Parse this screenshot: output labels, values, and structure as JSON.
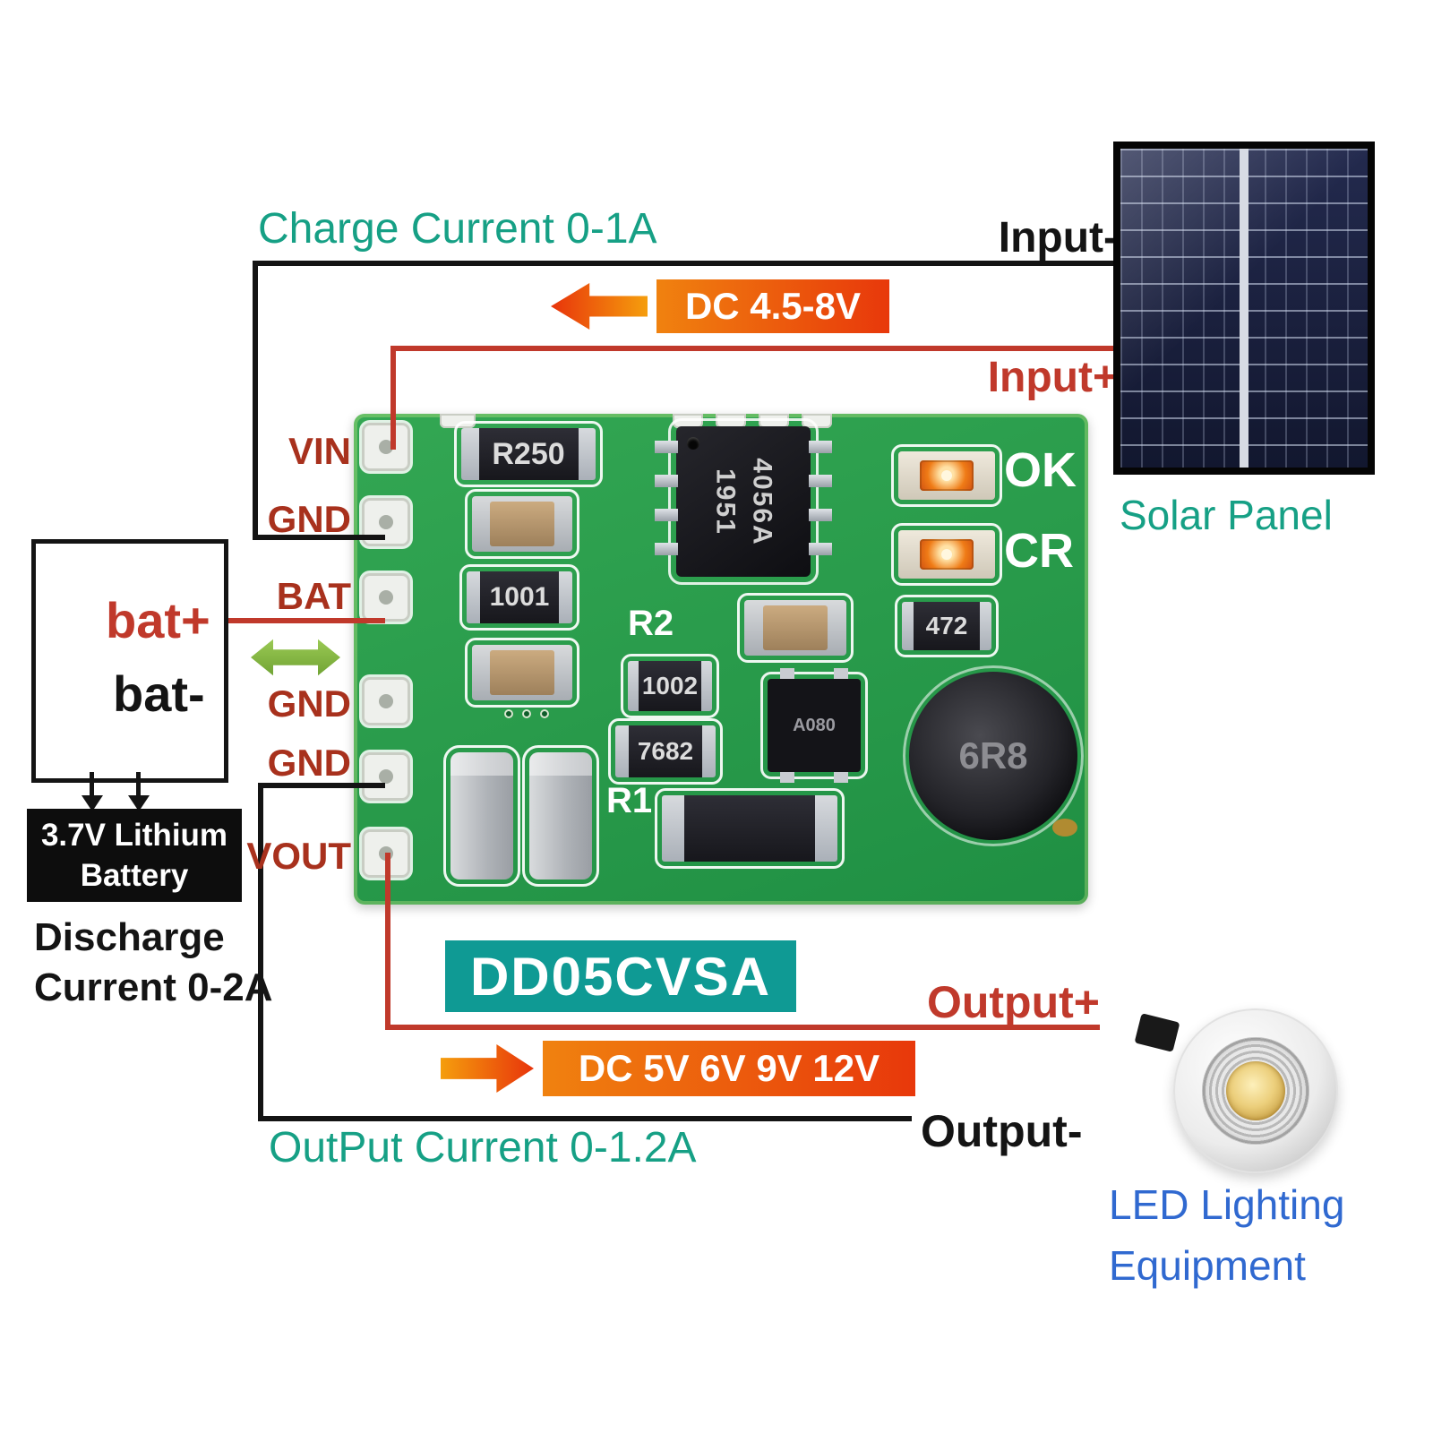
{
  "labels": {
    "charge_current": "Charge Current 0-1A",
    "input_minus": "Input-",
    "input_plus": "Input+",
    "dc_input": "DC 4.5-8V",
    "solar_panel": "Solar Panel",
    "bat_plus": "bat+",
    "bat_minus": "bat-",
    "battery_line1": "3.7V Lithium",
    "battery_line2": "Battery",
    "discharge_line1": "Discharge",
    "discharge_line2": "Current 0-2A",
    "module_name": "DD05CVSA",
    "output_plus": "Output+",
    "dc_output": "DC 5V 6V 9V 12V",
    "output_current": "OutPut Current 0-1.2A",
    "output_minus": "Output-",
    "led_line1": "LED Lighting",
    "led_line2": "Equipment"
  },
  "pcb": {
    "pins": [
      "VIN",
      "GND",
      "BAT",
      "GND",
      "GND",
      "VOUT"
    ],
    "components": {
      "r250": "R250",
      "ic_line1": "4056A",
      "ic_line2": "1951",
      "led_ok": "OK",
      "led_cr": "CR",
      "r2": "R2",
      "r1": "R1",
      "res_1001": "1001",
      "res_1002": "1002",
      "res_7682": "7682",
      "res_472": "472",
      "inductor": "6R8",
      "transistor": "A080"
    }
  },
  "colors": {
    "teal_text": "#16a085",
    "red_accent": "#c0392b",
    "banner_orange": "#e8490e",
    "banner_teal": "#0f9a94",
    "pcb_green": "#2aa04d",
    "led_text_blue": "#3069d0"
  }
}
